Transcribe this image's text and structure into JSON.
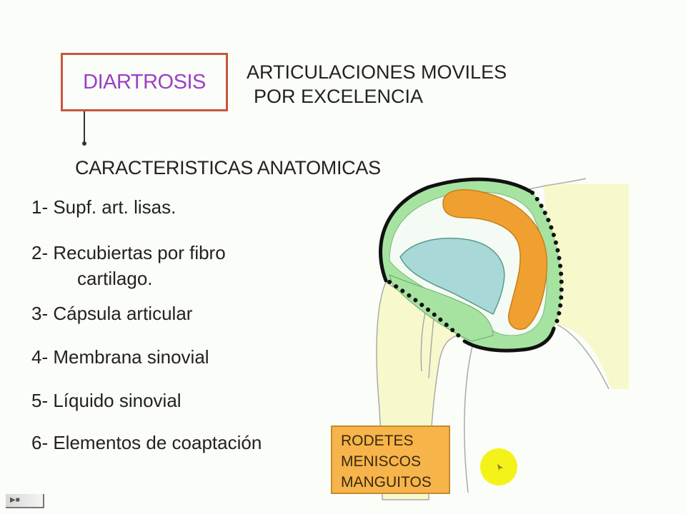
{
  "slide": {
    "title": "DIARTROSIS",
    "subtitle": {
      "line1": "ARTICULACIONES MOVILES",
      "line2": "POR EXCELENCIA"
    },
    "section_heading": "CARACTERISTICAS ANATOMICAS",
    "items": [
      {
        "label": "1- Supf. art. lisas.",
        "continuation": ""
      },
      {
        "label": "2- Recubiertas por fibro",
        "continuation": "cartilago."
      },
      {
        "label": "3- Cápsula articular",
        "continuation": ""
      },
      {
        "label": "4- Membrana sinovial",
        "continuation": ""
      },
      {
        "label": "5- Líquido sinovial",
        "continuation": ""
      },
      {
        "label": "6- Elementos de coaptación",
        "continuation": ""
      }
    ],
    "coaptation_box": {
      "lines": [
        "RODETES",
        "MENISCOS",
        "MANGUITOS"
      ]
    },
    "colors": {
      "title_text": "#9b3fc8",
      "title_border": "#c8553d",
      "orange_box": "#f6b44a",
      "bone": "#f7f9cc",
      "capsule_green": "#a7e3a0",
      "synovial_blue": "#a8d8d8",
      "meniscus_orange": "#f0a030",
      "cursor_highlight": "#f3f31a"
    }
  },
  "player": {
    "icon": "video-player-icon"
  }
}
